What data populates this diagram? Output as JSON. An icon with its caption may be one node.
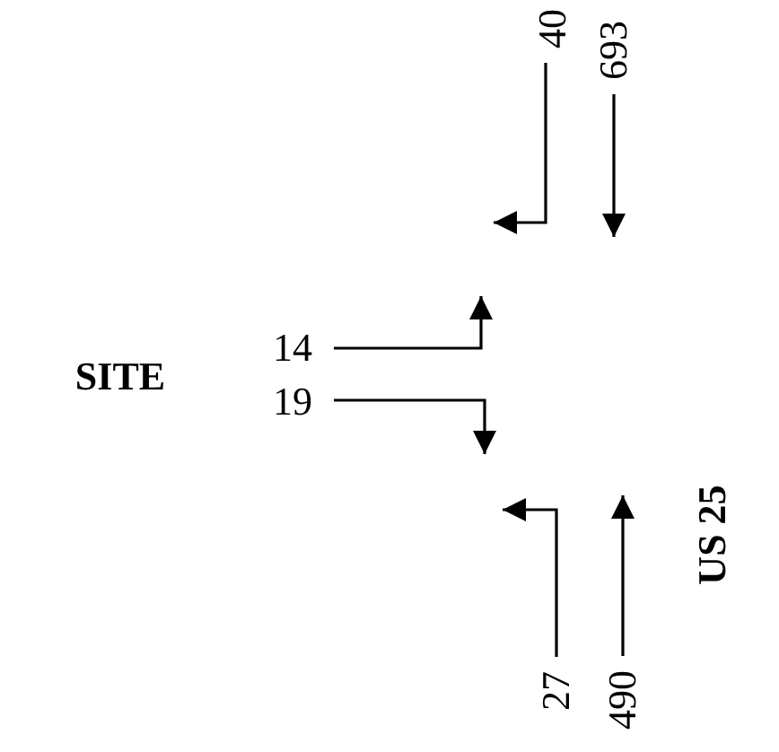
{
  "diagram": {
    "nodes": [
      {
        "text": [
          "40"
        ]
      },
      {
        "text": [
          "693"
        ]
      },
      {
        "text": [
          "14"
        ]
      },
      {
        "text": [
          "19"
        ]
      },
      {
        "text": [
          "27"
        ]
      },
      {
        "text": [
          "490"
        ]
      }
    ],
    "edges": [
      {
        "from": 0,
        "to": null,
        "arrow": "to"
      },
      {
        "from": 1,
        "to": null,
        "arrow": "to"
      },
      {
        "from": 2,
        "to": null,
        "arrow": "to"
      },
      {
        "from": 3,
        "to": null,
        "arrow": "to"
      },
      {
        "from": 4,
        "to": null,
        "arrow": "to"
      },
      {
        "from": 5,
        "to": null,
        "arrow": "to"
      }
    ],
    "labels": [
      "SITE",
      "US 25"
    ]
  }
}
